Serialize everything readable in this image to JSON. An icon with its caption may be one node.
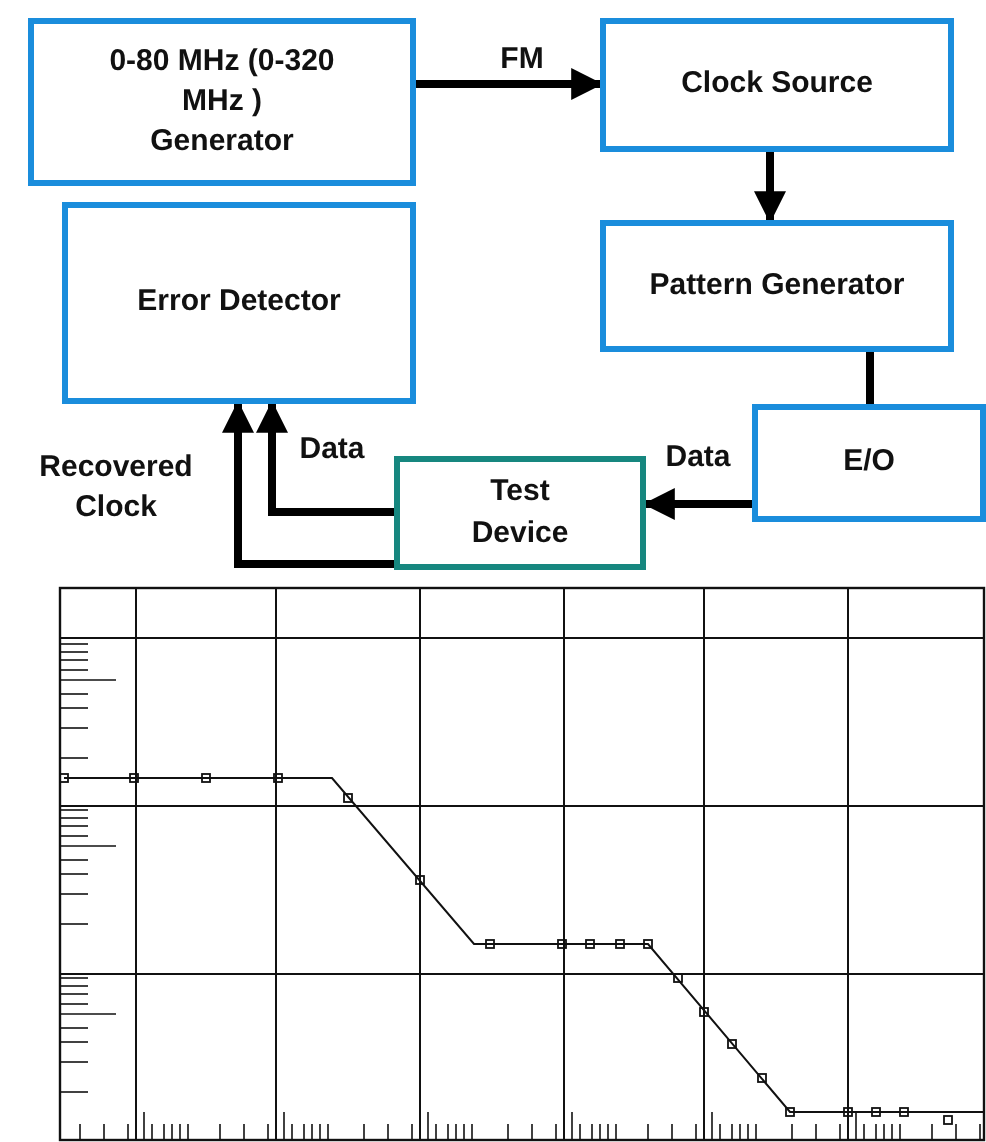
{
  "diagram": {
    "nodes": [
      {
        "text": [
          "0-80 MHz (0-320 MHz ) Generator"
        ]
      },
      {
        "text": [
          "Clock Source"
        ]
      },
      {
        "text": [
          "Error Detector"
        ]
      },
      {
        "text": [
          "Pattern Generator"
        ]
      },
      {
        "text": [
          "E/O"
        ]
      },
      {
        "text": [
          "Test Device"
        ]
      }
    ],
    "edges": [
      {
        "from": 0,
        "to": 1,
        "arrow": "to",
        "label": "FM"
      },
      {
        "from": 1,
        "to": 3,
        "arrow": "to"
      },
      {
        "from": 3,
        "to": 4,
        "arrow": "none"
      },
      {
        "from": 4,
        "to": 5,
        "arrow": "to",
        "label": "Data"
      },
      {
        "from": 5,
        "to": 2,
        "arrow": "to",
        "label": "Data"
      },
      {
        "from": 5,
        "to": 2,
        "arrow": "to",
        "label": "Recovered Clock"
      }
    ]
  }
}
